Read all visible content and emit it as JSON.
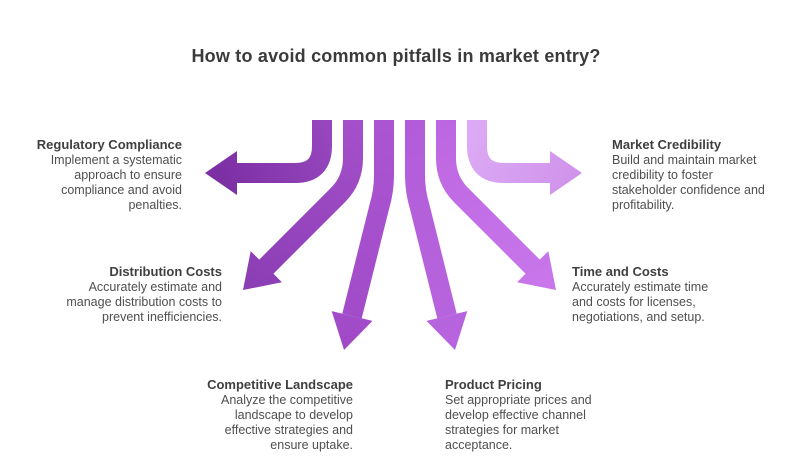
{
  "title": "How to avoid common pitfalls in market entry?",
  "colors": {
    "background": "#ffffff",
    "title_text": "#3b3b3b",
    "heading_text": "#3f3f3f",
    "body_text": "#4f4f4f"
  },
  "items": [
    {
      "id": "regulatory-compliance",
      "label": "Regulatory Compliance",
      "description": "Implement a systematic\napproach to ensure\ncompliance and avoid\npenalties.",
      "color_start": "#9747bd",
      "color_end": "#7b2fa3"
    },
    {
      "id": "distribution-costs",
      "label": "Distribution Costs",
      "description": "Accurately estimate and\nmanage distribution costs to\nprevent inefficiencies.",
      "color_start": "#a450ca",
      "color_end": "#8c3eb5"
    },
    {
      "id": "competitive-landscape",
      "label": "Competitive Landscape",
      "description": "Analyze the competitive\nlandscape to develop\neffective strategies and\nensure uptake.",
      "color_start": "#ac55d3",
      "color_end": "#a04ac8"
    },
    {
      "id": "product-pricing",
      "label": "Product Pricing",
      "description": "Set appropriate prices and\ndevelop effective channel\nstrategies for market\nacceptance.",
      "color_start": "#b25cd9",
      "color_end": "#b765de"
    },
    {
      "id": "time-and-costs",
      "label": "Time and Costs",
      "description": "Accurately estimate time\nand costs for licenses,\nnegotiations, and setup.",
      "color_start": "#bd66e1",
      "color_end": "#c876ea"
    },
    {
      "id": "market-credibility",
      "label": "Market Credibility",
      "description": "Build and maintain market\ncredibility to foster\nstakeholder confidence and\nprofitability.",
      "color_start": "#dcaaf4",
      "color_end": "#d093ec"
    }
  ]
}
